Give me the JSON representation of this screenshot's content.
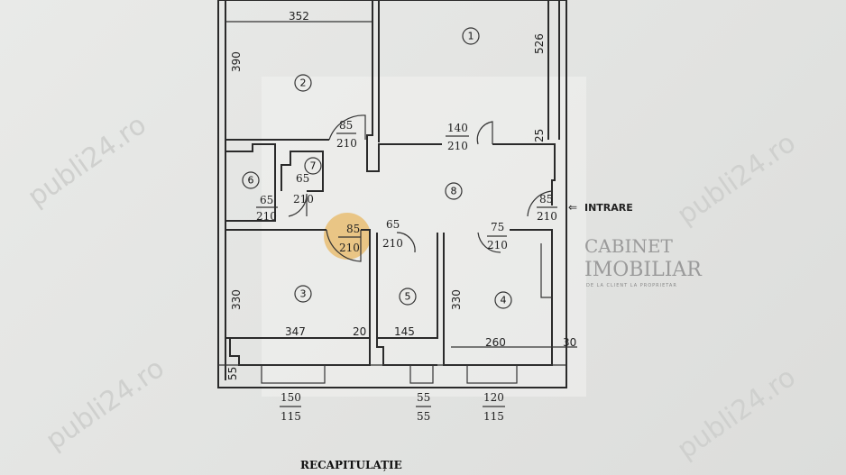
{
  "plan": {
    "rooms": [
      "1",
      "2",
      "3",
      "4",
      "5",
      "6",
      "7",
      "8"
    ],
    "dimensions": {
      "room2_width": "352",
      "room2_length": "390",
      "room1_length": "526",
      "room1_wall": "25",
      "room3_length": "330",
      "room3_width": "347",
      "room3_wall": "20",
      "room5_width": "145",
      "room4_length": "330",
      "room4_width": "260",
      "room4_wall": "30",
      "balcony_depth": "55"
    },
    "doors": [
      {
        "w": "85",
        "h": "210"
      },
      {
        "w": "140",
        "h": "210"
      },
      {
        "w": "65",
        "h": "210"
      },
      {
        "w": "65",
        "h": "210"
      },
      {
        "w": "85",
        "h": "210"
      },
      {
        "w": "85",
        "h": "210"
      },
      {
        "w": "65",
        "h": "210"
      },
      {
        "w": "75",
        "h": "210"
      }
    ],
    "windows": [
      {
        "w": "150",
        "h": "115"
      },
      {
        "w": "55",
        "h": "55"
      },
      {
        "w": "120",
        "h": "115"
      }
    ],
    "entrance_label": "INTRARE",
    "summary_heading": "RECAPITULAȚIE"
  },
  "logo": {
    "line1": "CABINET",
    "line2": "IMOBILIAR",
    "tagline": "DE LA CLIENT LA PROPRIETAR",
    "color": "#e8b863"
  },
  "watermark": "publi24.ro"
}
